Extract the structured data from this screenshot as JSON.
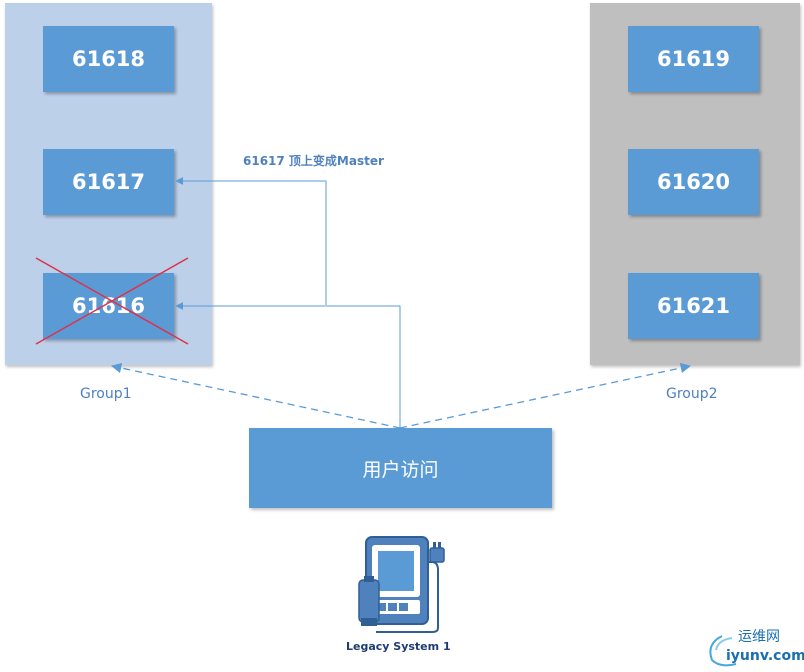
{
  "groups": {
    "group1": {
      "label": "Group1",
      "nodes": [
        "61618",
        "61617",
        "61616"
      ]
    },
    "group2": {
      "label": "Group2",
      "nodes": [
        "61619",
        "61620",
        "61621"
      ]
    }
  },
  "annotation": "61617 顶上变成Master",
  "user_access": "用户访问",
  "legacy_system": "Legacy System 1",
  "failed_node": "61616",
  "watermark": {
    "line1": "运维网",
    "line2": "iyunv.com"
  },
  "colors": {
    "group1_bg": "#bdd0ea",
    "group2_bg": "#bfbfbf",
    "node_fill": "#5b9bd5",
    "connector": "#5b9bd5",
    "failure_cross": "#e0304a"
  },
  "icons": {
    "legacy_system": "usb-drive-device-icon",
    "failure": "red-cross-icon"
  }
}
